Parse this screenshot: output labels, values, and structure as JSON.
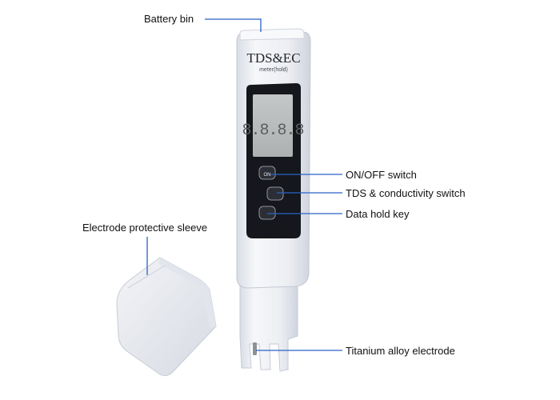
{
  "device": {
    "brand_text": "TDS&EC",
    "subtitle_text": "meter(hold)",
    "display_reading": "8.8.8.8"
  },
  "callouts": {
    "battery_bin": "Battery bin",
    "on_off_switch": "ON/OFF switch",
    "tds_conductivity_switch": "TDS & conductivity switch",
    "data_hold_key": "Data hold key",
    "electrode_protective_sleeve": "Electrode protective sleeve",
    "titanium_alloy_electrode": "Titanium alloy electrode"
  },
  "colors": {
    "leader_line": "#2a62c9",
    "device_body": "#eef0f4",
    "display_bezel": "#15171c",
    "lcd_screen": "#b9bcbc",
    "text": "#111111"
  }
}
